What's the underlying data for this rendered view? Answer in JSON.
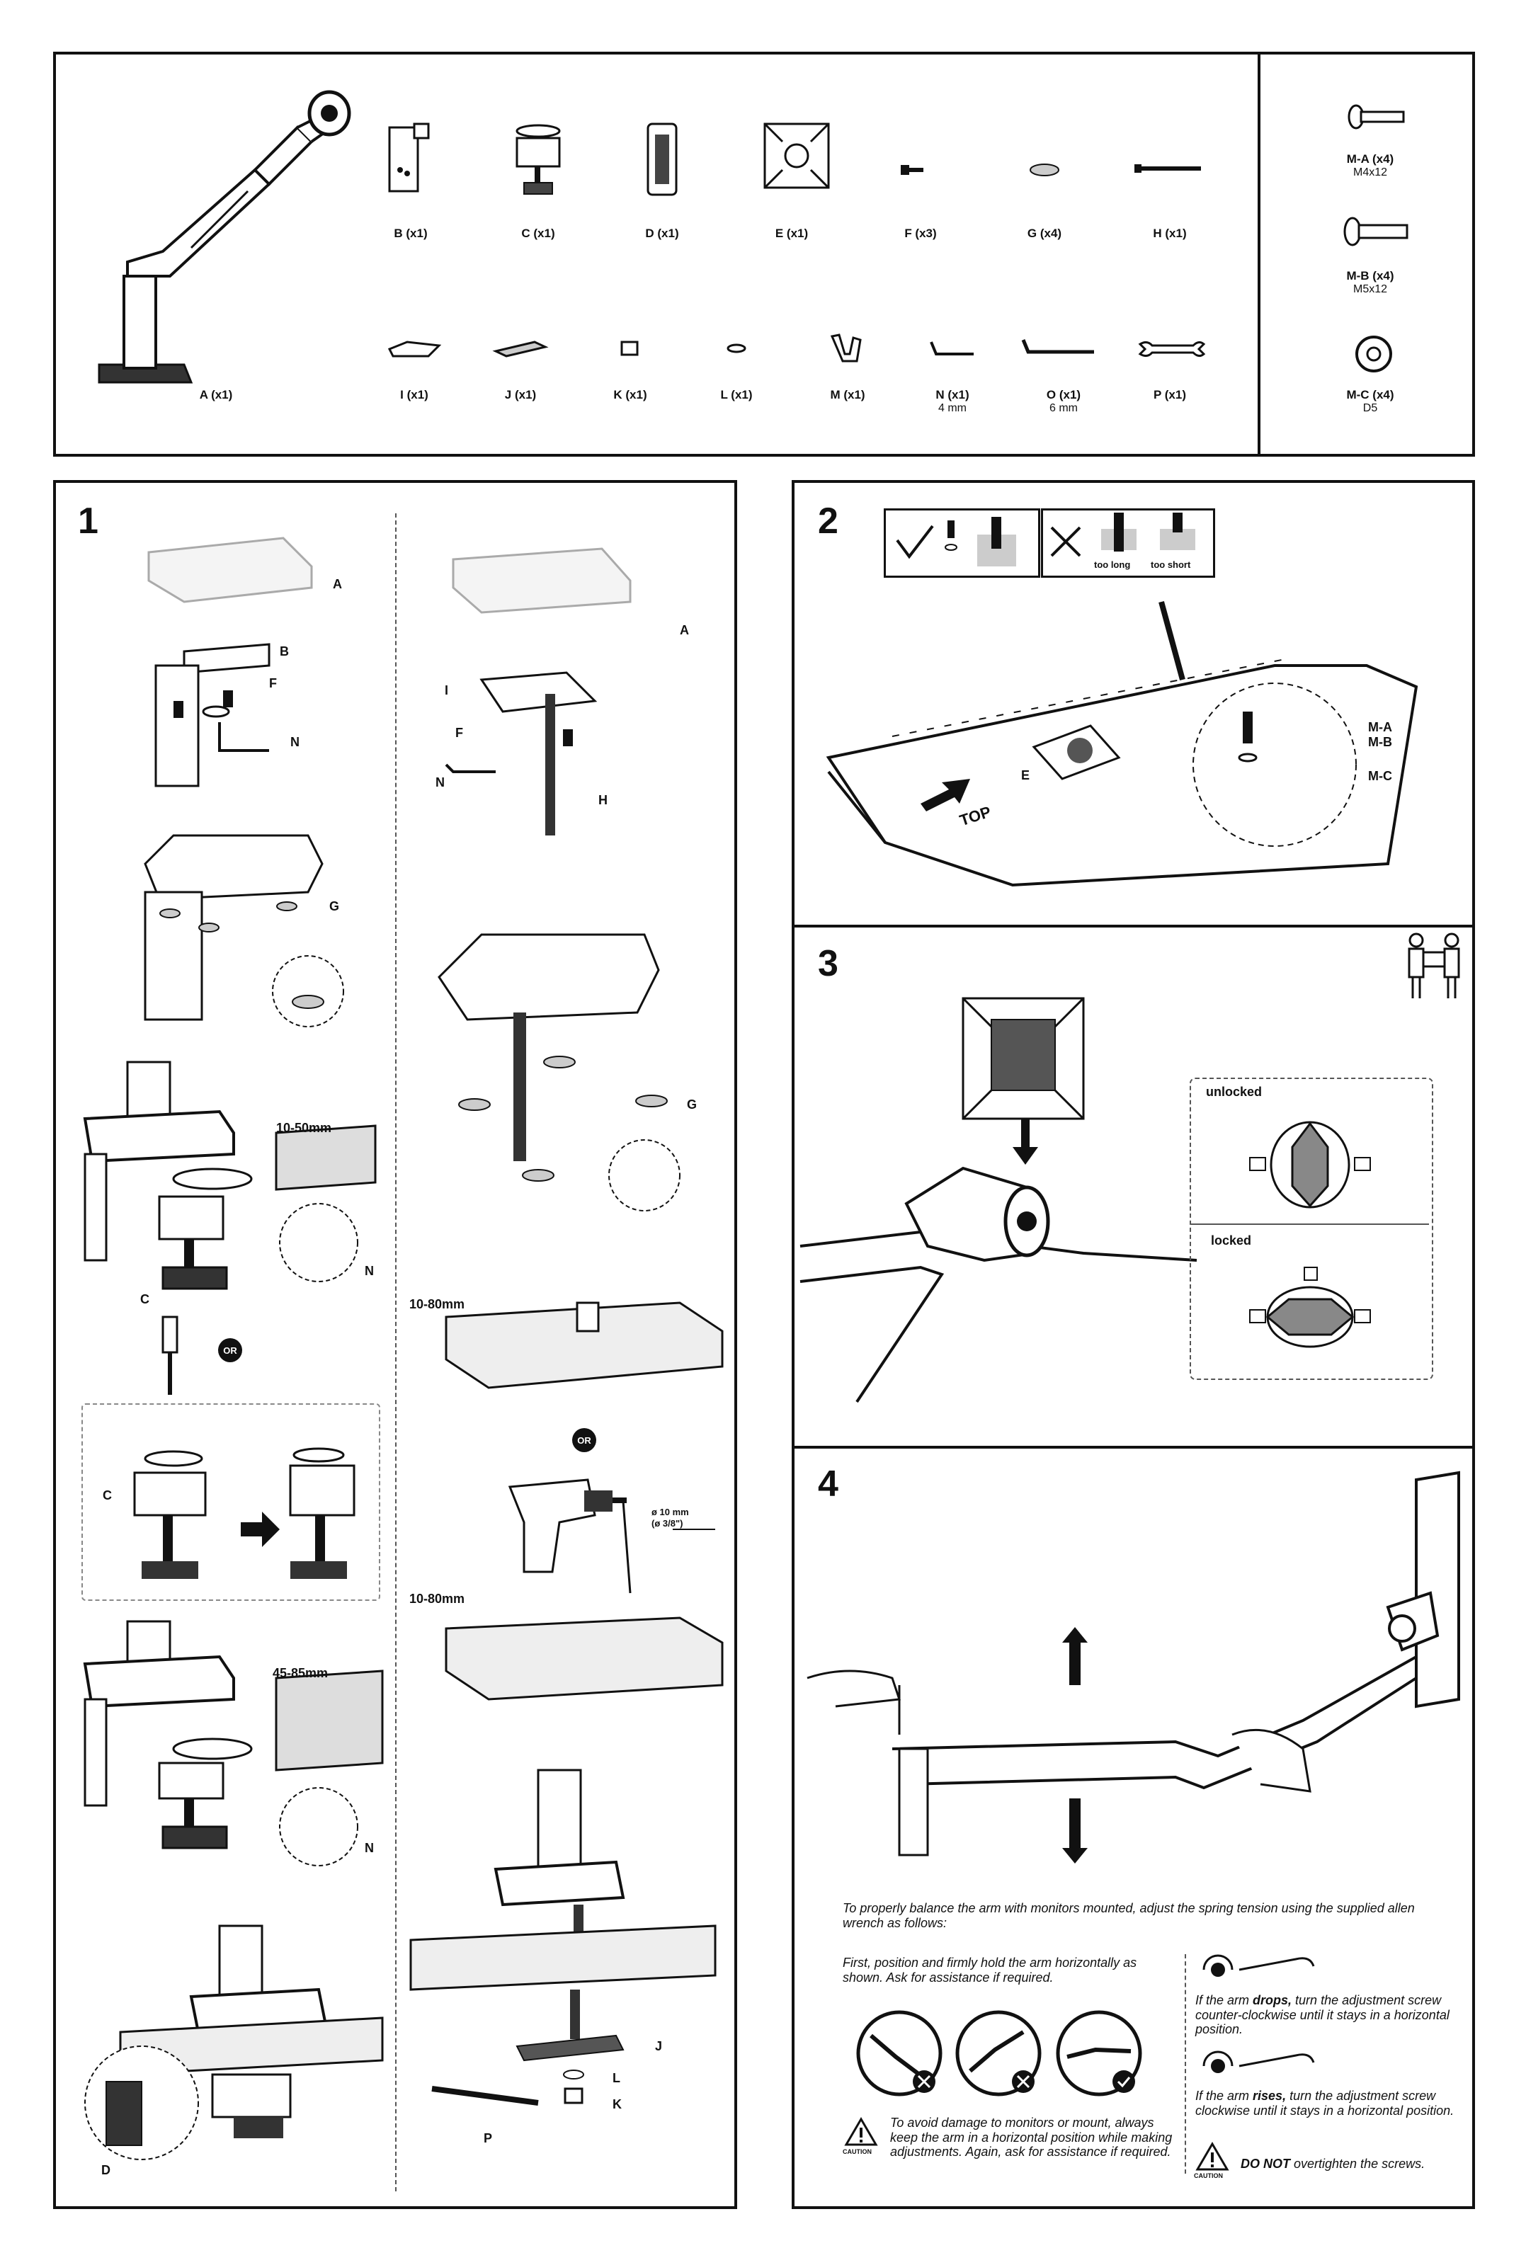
{
  "parts": {
    "items": [
      {
        "label": "A (x1)"
      },
      {
        "label": "B (x1)"
      },
      {
        "label": "C (x1)"
      },
      {
        "label": "D (x1)"
      },
      {
        "label": "E (x1)"
      },
      {
        "label": "F (x3)"
      },
      {
        "label": "G (x4)"
      },
      {
        "label": "H (x1)"
      },
      {
        "label": "I (x1)"
      },
      {
        "label": "J (x1)"
      },
      {
        "label": "K (x1)"
      },
      {
        "label": "L (x1)"
      },
      {
        "label": "M (x1)"
      },
      {
        "label": "N (x1)",
        "sub": "4 mm"
      },
      {
        "label": "O (x1)",
        "sub": "6 mm"
      },
      {
        "label": "P (x1)"
      }
    ],
    "screws": [
      {
        "label": "M-A (x4)",
        "sub": "M4x12"
      },
      {
        "label": "M-B (x4)",
        "sub": "M5x12"
      },
      {
        "label": "M-C (x4)",
        "sub": "D5"
      }
    ]
  },
  "step1": {
    "number": "1",
    "callouts": {
      "a": "A",
      "b": "B",
      "f": "F",
      "n": "N",
      "g": "G",
      "c": "C",
      "h": "H",
      "i": "I",
      "j": "J",
      "k": "K",
      "l": "L",
      "p": "P",
      "d": "D"
    },
    "dims": {
      "clamp_small": "10-50mm",
      "clamp_large": "45-85mm",
      "grommet": "10-80mm",
      "drill_desk": "10-80mm"
    },
    "drill": {
      "line1": "ø 10 mm",
      "line2": "(ø 3/8\")"
    },
    "or_label": "OR"
  },
  "step2": {
    "number": "2",
    "too_long": "too long",
    "too_short": "too short",
    "top_label": "TOP",
    "callouts": {
      "e": "E",
      "ma": "M-A",
      "mb": "M-B",
      "mc": "M-C"
    }
  },
  "step3": {
    "number": "3",
    "unlocked": "unlocked",
    "locked": "locked"
  },
  "step4": {
    "number": "4",
    "intro": "To properly balance the arm with monitors mounted, adjust the spring tension using the supplied allen wrench as follows:",
    "first": "First, position and firmly hold the arm horizontally as shown. Ask for assistance if required.",
    "drops_prefix": "If the arm ",
    "drops_word": "drops,",
    "drops_suffix": " turn the adjustment screw counter-clockwise until it stays in a horizontal position.",
    "rises_prefix": "If the arm ",
    "rises_word": "rises,",
    "rises_suffix": " turn the adjustment screw clockwise until it stays in a horizontal position.",
    "caution_text": "To avoid damage to monitors or mount, always keep the arm in a horizontal position while making adjustments. Again, ask for assistance if required.",
    "caution_label": "CAUTION",
    "do_not": "DO NOT",
    "overtighten": " overtighten the screws.",
    "caution_label2": "CAUTION"
  }
}
